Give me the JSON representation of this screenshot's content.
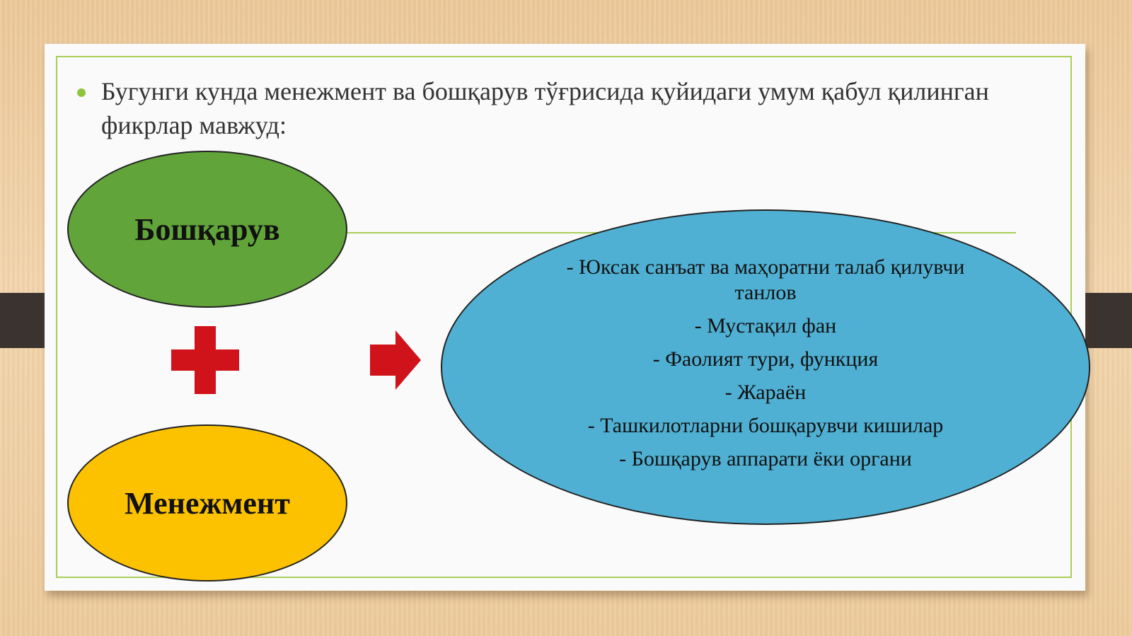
{
  "heading": "Бугунги кунда менежмент ва бошқарув тўғрисида қуйидаги умум қабул қилинган фикрлар мавжуд:",
  "ellipse_top": {
    "label": "Бошқарув",
    "color": "#61a43a"
  },
  "ellipse_bottom": {
    "label": "Менежмент",
    "color": "#fcc200"
  },
  "ellipse_result": {
    "color": "#4fb0d3",
    "items": [
      "- Юксак санъат ва маҳоратни талаб қилувчи танлов",
      "- Мустақил фан",
      "- Фаолият тури, функция",
      "- Жараён",
      "- Ташкилотларни бошқарувчи кишилар",
      "- Бошқарув аппарати ёки органи"
    ]
  },
  "icons": {
    "plus": "plus-icon",
    "arrow": "arrow-right-icon",
    "accent": "#d0121b"
  }
}
